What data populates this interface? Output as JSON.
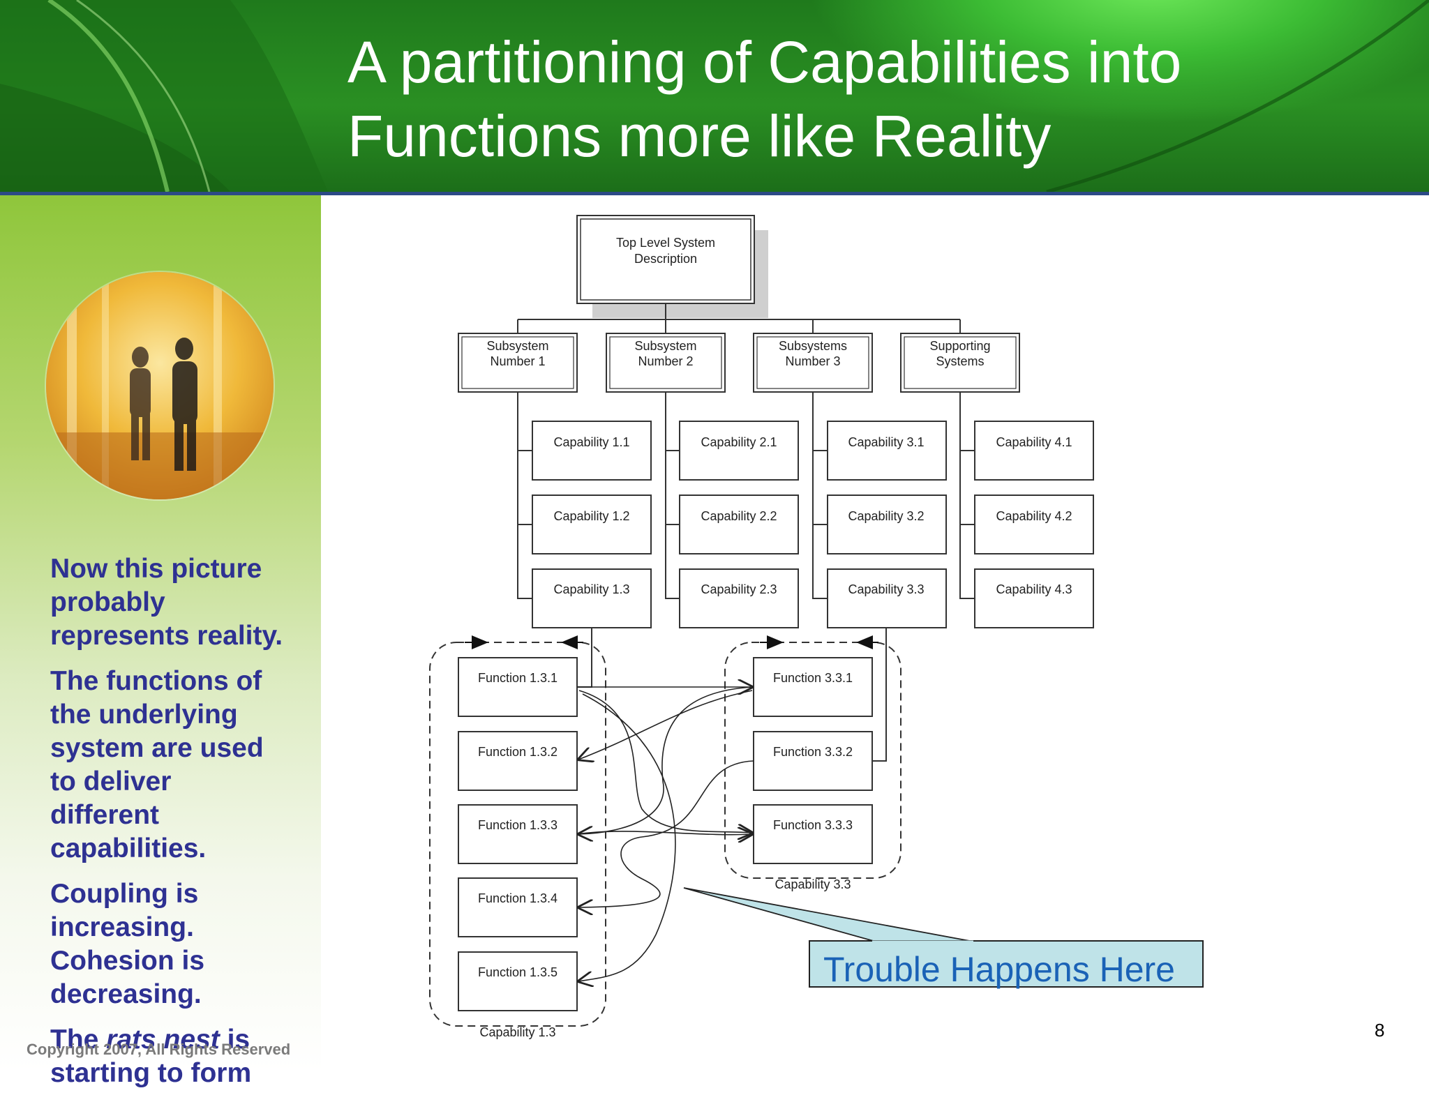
{
  "title": {
    "line1": "A partitioning of Capabilities into",
    "line2": "Functions more like Reality"
  },
  "sidebar": {
    "p1": "Now this picture probably represents reality.",
    "p2": "The functions of the underlying system are used to deliver different capabilities.",
    "p3": "Coupling is increasing. Cohesion is decreasing.",
    "p4_prefix": "The ",
    "p4_em": "rats nest",
    "p4_suffix": " is starting to form"
  },
  "footer": {
    "copyright": "Copyright 2007, All Rights Reserved",
    "page_number": "8"
  },
  "colors": {
    "header_green": "#2a8f23",
    "sidebar_green": "#8fc63b",
    "sidebar_text": "#2e3192",
    "callout_fill": "#bfe3e8",
    "callout_text": "#1a62b6"
  },
  "diagram": {
    "top": {
      "line1": "Top Level System",
      "line2": "Description"
    },
    "subsystems": [
      {
        "line1": "Subsystem",
        "line2": "Number 1"
      },
      {
        "line1": "Subsystem",
        "line2": "Number 2"
      },
      {
        "line1": "Subsystems",
        "line2": "Number 3"
      },
      {
        "line1": "Supporting",
        "line2": "Systems"
      }
    ],
    "capabilities": [
      [
        "Capability 1.1",
        "Capability 1.2",
        "Capability 1.3"
      ],
      [
        "Capability 2.1",
        "Capability 2.2",
        "Capability 2.3"
      ],
      [
        "Capability 3.1",
        "Capability 3.2",
        "Capability 3.3"
      ],
      [
        "Capability 4.1",
        "Capability 4.2",
        "Capability 4.3"
      ]
    ],
    "group1": {
      "label": "Capability 1.3",
      "functions": [
        "Function 1.3.1",
        "Function 1.3.2",
        "Function 1.3.3",
        "Function 1.3.4",
        "Function 1.3.5"
      ]
    },
    "group3": {
      "label": "Capability 3.3",
      "functions": [
        "Function 3.3.1",
        "Function 3.3.2",
        "Function 3.3.3"
      ]
    },
    "callout": "Trouble Happens Here"
  }
}
